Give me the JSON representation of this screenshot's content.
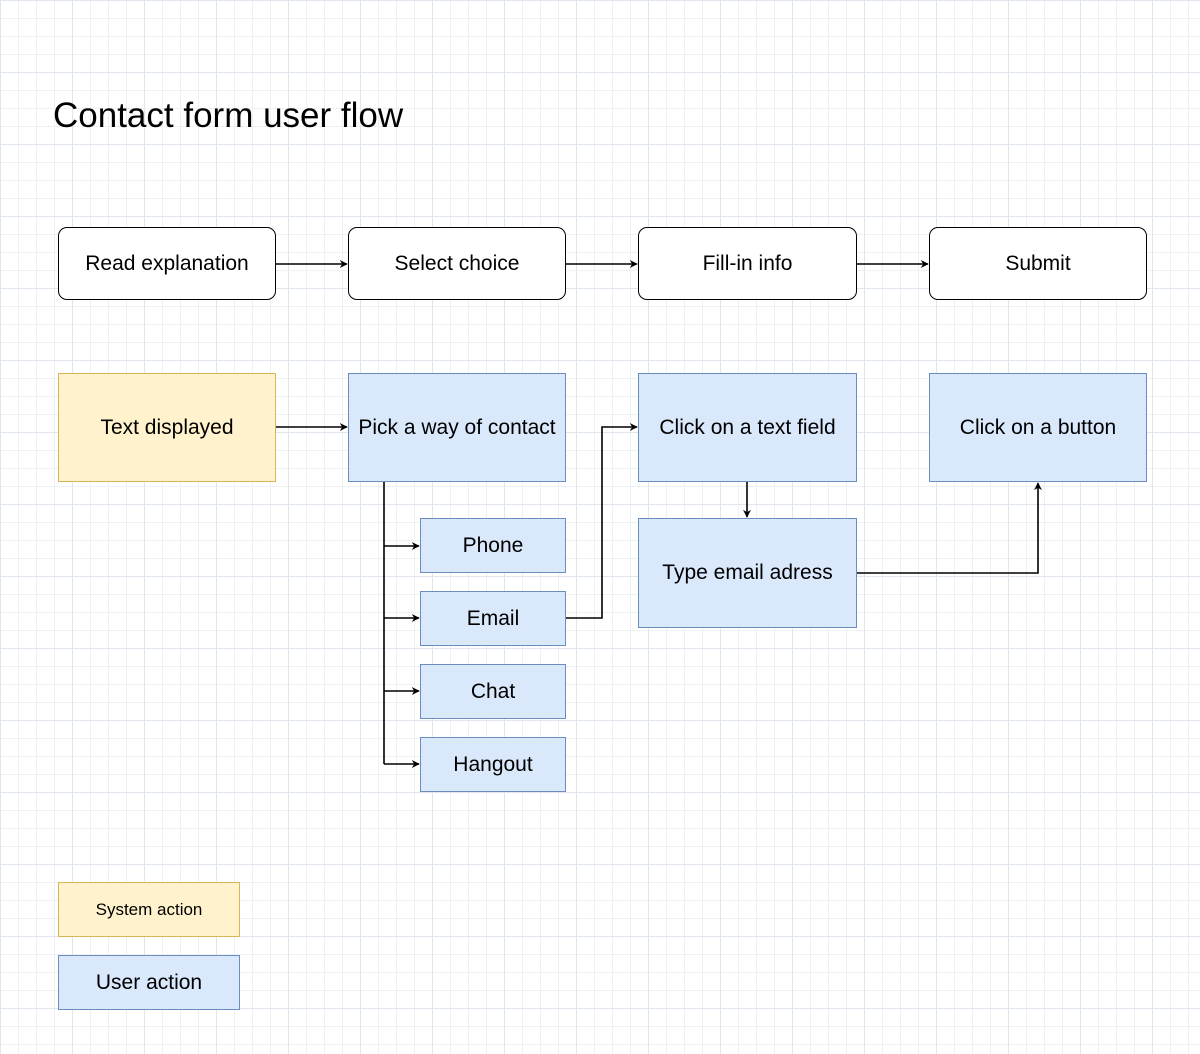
{
  "title": "Contact form user flow",
  "steps": [
    "Read explanation",
    "Select choice",
    "Fill-in info",
    "Submit"
  ],
  "actions": {
    "text_displayed": "Text displayed",
    "pick_contact": "Pick a way of contact",
    "click_text_field": "Click on a text field",
    "click_button": "Click on a button",
    "type_email": "Type email adress"
  },
  "contact_options": [
    "Phone",
    "Email",
    "Chat",
    "Hangout"
  ],
  "legend": {
    "system": "System action",
    "user": "User action"
  },
  "colors": {
    "user_fill": "#dae8fc",
    "user_stroke": "#6c8ebf",
    "system_fill": "#fff2cc",
    "system_stroke": "#d6b656"
  }
}
